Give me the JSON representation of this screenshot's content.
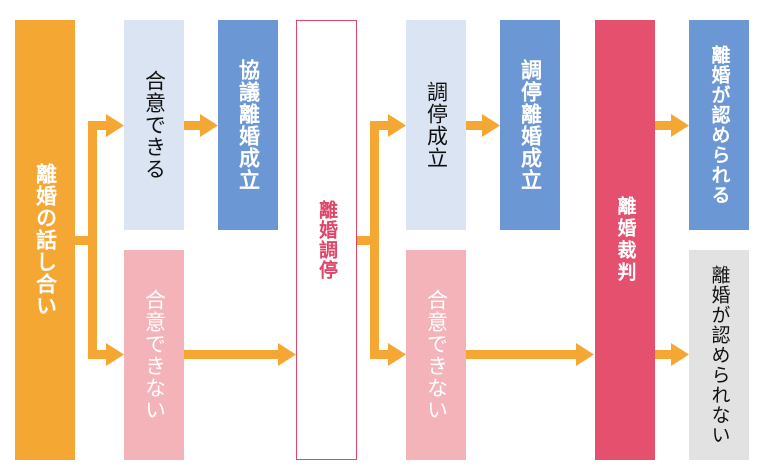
{
  "colors": {
    "orange": "#f5a733",
    "light_blue": "#dbe4f3",
    "blue": "#6b97d4",
    "pink_light": "#f4b3b9",
    "pink_border": "#e0466a",
    "red": "#e5506e",
    "gray": "#e2e2e2",
    "arrow": "#f5a733"
  },
  "nodes": {
    "talk": "離婚の話し合い",
    "agree": "合意できる",
    "kyogi": "協議離婚成立",
    "disagree": "合意できない",
    "chotei": "離婚調停",
    "chotei_seiritsu": "調停成立",
    "chotei_rikon": "調停離婚成立",
    "disagree2": "合意できない",
    "saiban": "離婚裁判",
    "approved": "離婚が認められる",
    "not_approved": "離婚が認められない"
  }
}
